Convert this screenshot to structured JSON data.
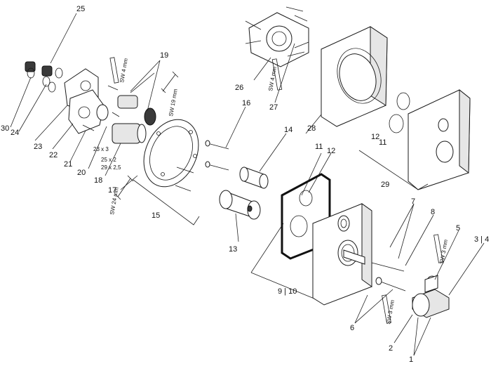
{
  "parts": {
    "p1": "1",
    "p2": "2",
    "p3_4": "3 | 4",
    "p5": "5",
    "p6": "6",
    "p7": "7",
    "p8": "8",
    "p9_10": "9 | 10",
    "p11_a": "11",
    "p12_a": "12",
    "p11_b": "11",
    "p12_b": "12",
    "p13": "13",
    "p14": "14",
    "p15": "15",
    "p16": "16",
    "p17": "17",
    "p18": "18",
    "p19": "19",
    "p20": "20",
    "p21": "21",
    "p22": "22",
    "p23": "23",
    "p24": "24",
    "p25": "25",
    "p26": "26",
    "p27": "27",
    "p28": "28",
    "p29": "29",
    "p30": "30"
  },
  "oring_sizes": {
    "s1": "23 x 3",
    "s2": "25 x 2",
    "s3": "29 x 2,5"
  },
  "wrench_sizes": {
    "sw4_top": "SW 4 mm",
    "sw19": "SW 19 mm",
    "sw24": "SW 24 mm",
    "sw4_right": "SW 4 mm",
    "sw3_a": "SW 3 mm",
    "sw3_b": "SW 3 mm"
  }
}
